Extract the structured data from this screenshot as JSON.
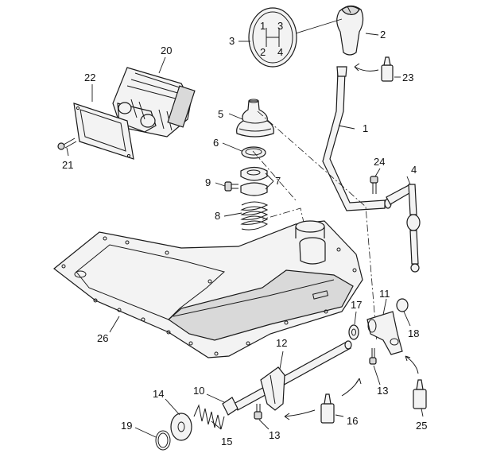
{
  "diagram": {
    "labels": {
      "l1": "1",
      "l2": "2",
      "l3": "3",
      "l4": "4",
      "l5": "5",
      "l6": "6",
      "l7": "7",
      "l8": "8",
      "l9": "9",
      "l10": "10",
      "l11": "11",
      "l12": "12",
      "l13a": "13",
      "l13b": "13",
      "l14": "14",
      "l15": "15",
      "l16": "16",
      "l17": "17",
      "l18": "18",
      "l19": "19",
      "l20": "20",
      "l21": "21",
      "l22": "22",
      "l23": "23",
      "l24": "24",
      "l25": "25",
      "l26": "26"
    },
    "shift_pattern": {
      "g1": "1",
      "g2": "2",
      "g3": "3",
      "g4": "4"
    },
    "colors": {
      "line": "#1a1a1a",
      "fill": "#f3f3f3",
      "shade": "#d9d9d9"
    }
  }
}
